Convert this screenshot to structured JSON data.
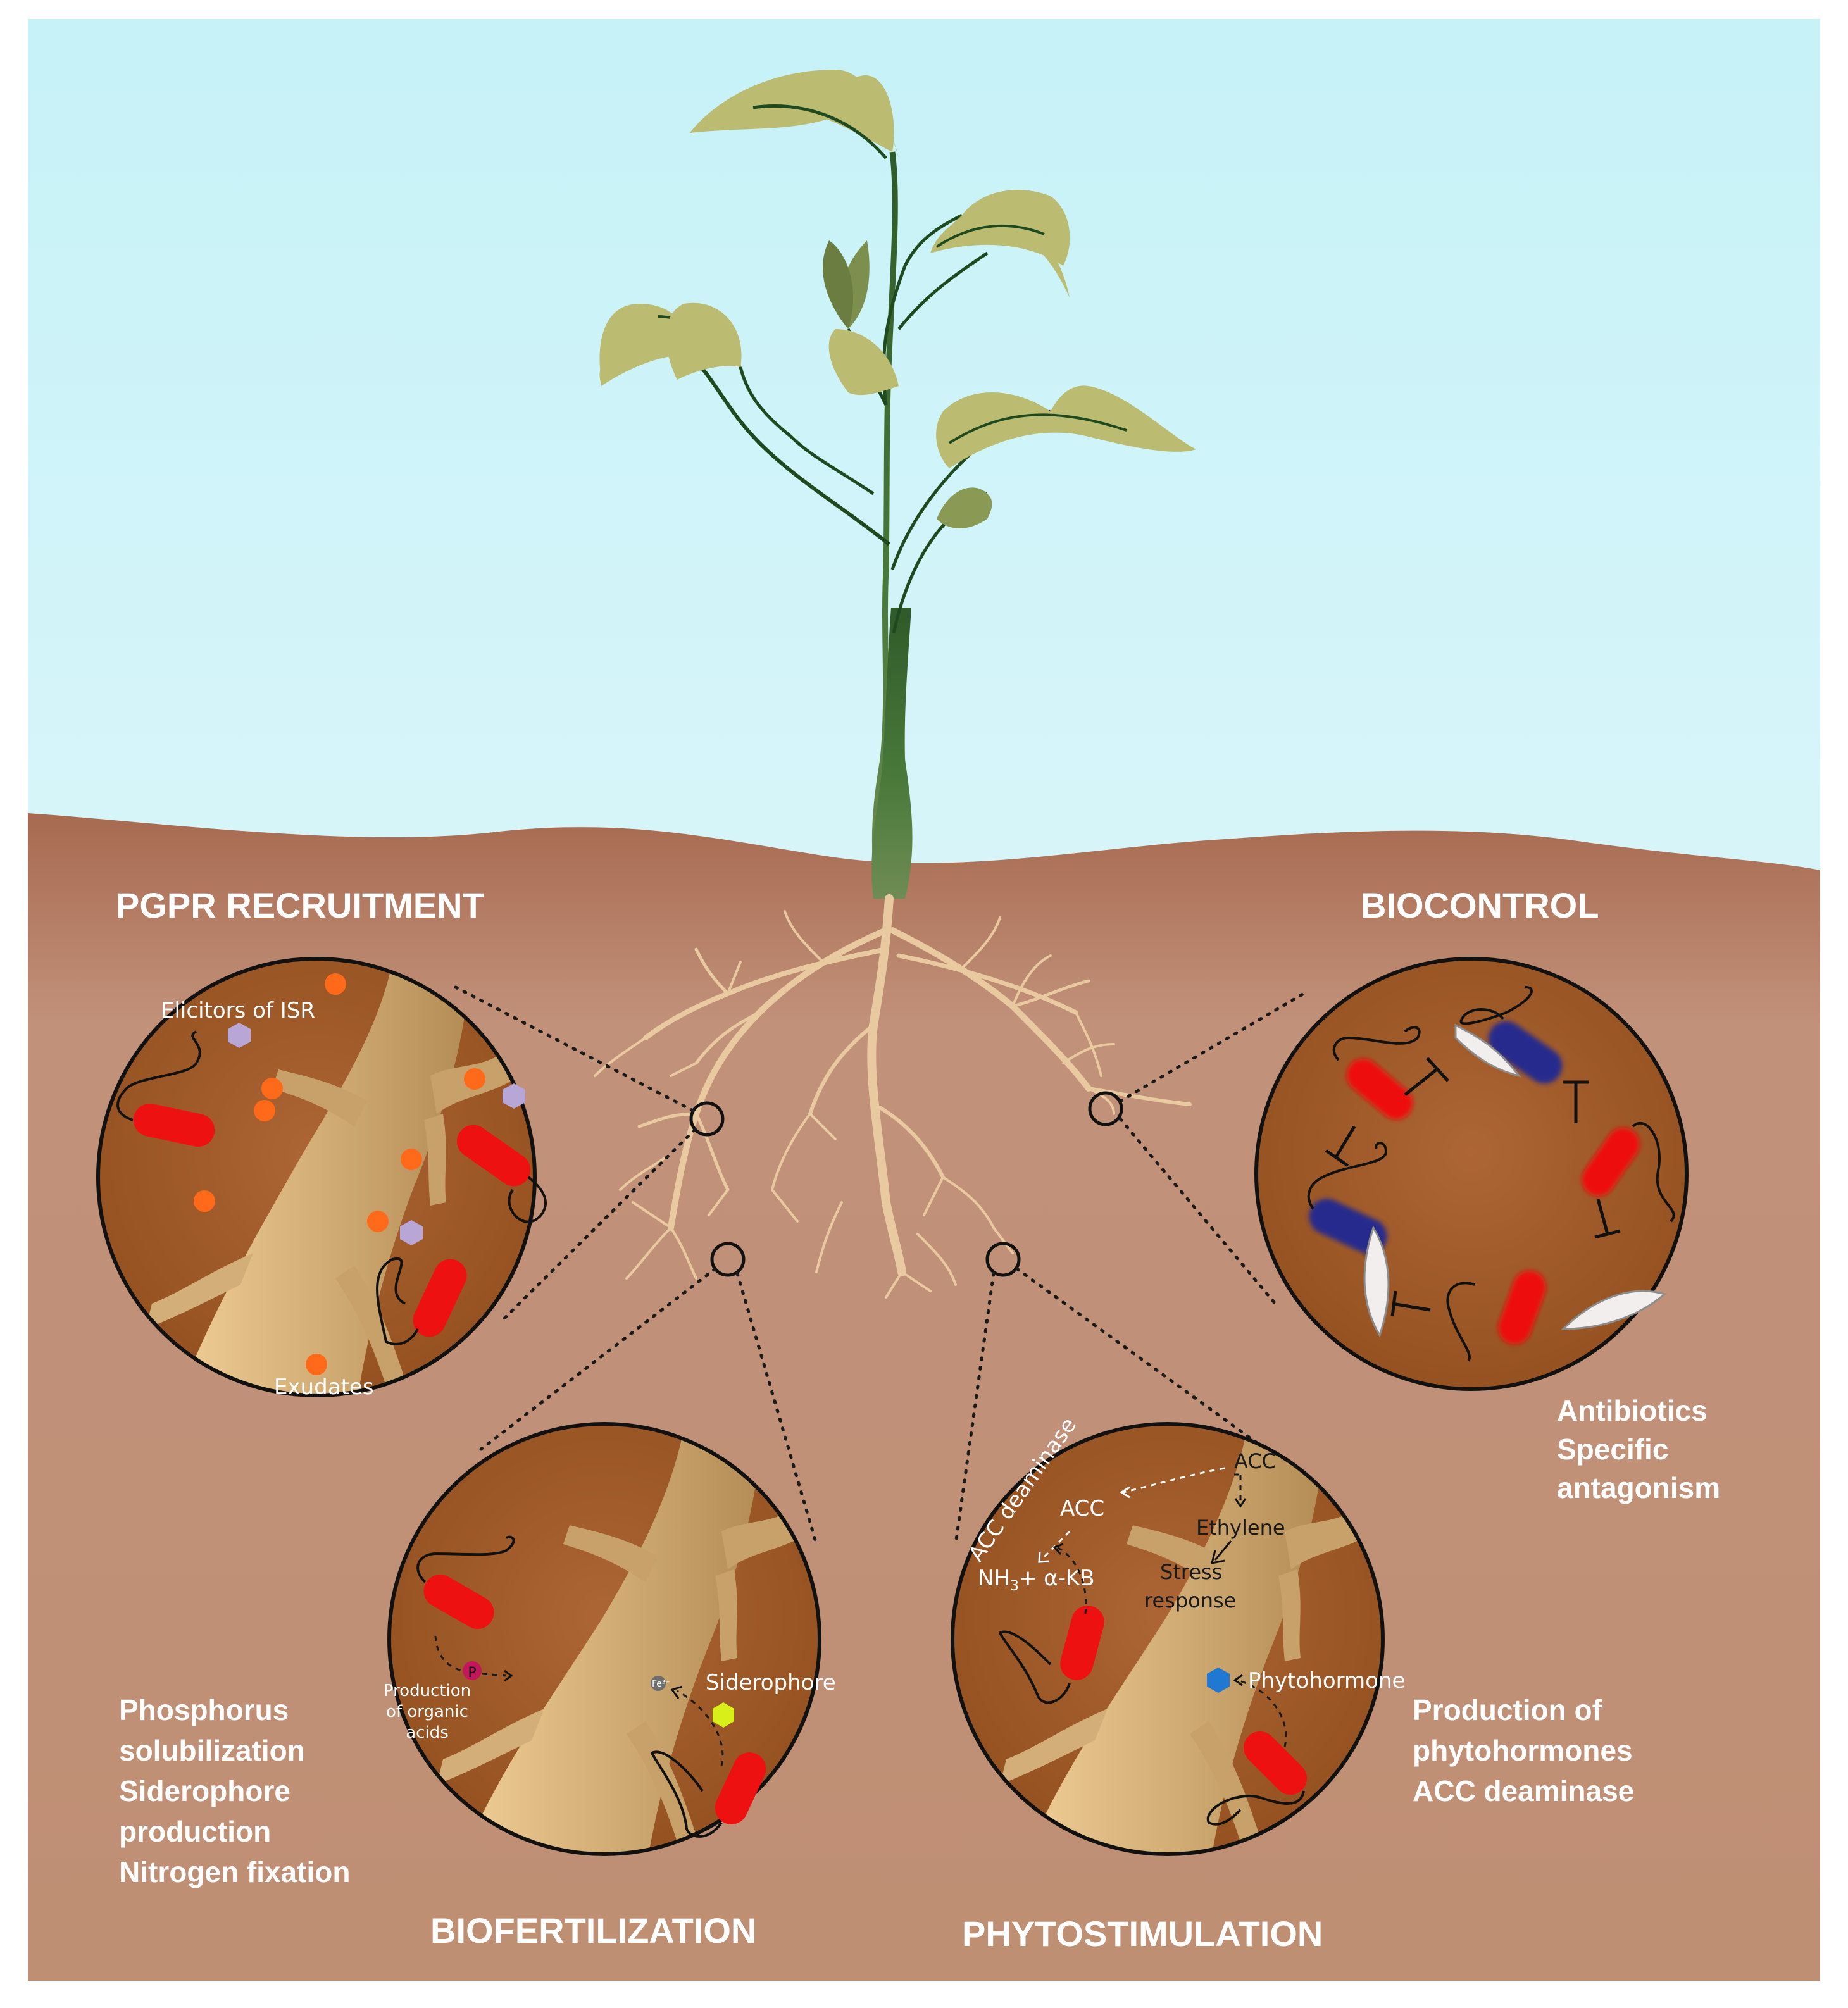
{
  "panels": {
    "recruitment": {
      "title": "PGPR RECRUITMENT",
      "label_isr": "Elicitors of ISR",
      "label_exudates": "Exudates"
    },
    "biocontrol": {
      "title": "BIOCONTROL",
      "notes": [
        "Antibiotics",
        "Specific",
        "antagonism"
      ]
    },
    "biofertilization": {
      "title": "BIOFERTILIZATION",
      "notes": [
        "Phosphorus",
        "solubilization",
        "Siderophore",
        "production",
        "Nitrogen fixation"
      ],
      "label_phosphorus_icon": "P",
      "label_acids_1": "Production",
      "label_acids_2": "of organic",
      "label_acids_3": "acids",
      "label_iron": "Fe³⁺",
      "label_siderophore": "Siderophore"
    },
    "phytostimulation": {
      "title": "PHYTOSTIMULATION",
      "notes": [
        "Production of",
        "phytohormones",
        "ACC deaminase"
      ],
      "label_acc_top": "ACC",
      "label_acc_left": "ACC",
      "label_acc_deaminase": "ACC deaminase",
      "label_ethylene": "Ethylene",
      "label_stress_1": "Stress",
      "label_stress_2": "response",
      "label_nh3": "NH",
      "label_nh3_sub": "3",
      "label_nh3_rest": "+ α-KB",
      "label_phytohormone": "Phytohormone"
    }
  },
  "colors": {
    "sky_top": "#c9f3f8",
    "sky_bottom": "#eaf8fb",
    "soil": "#bf8f74",
    "soil_top": "#a5694f",
    "circle_fill": "#a35a2e",
    "root_tan": "#d7b37e",
    "leaf": "#bcbb72",
    "stem": "#2c5a2a",
    "bacteria_red": "#ee1111",
    "bacteria_blue": "#262a8c",
    "exudate_orange": "#ff6a1a",
    "elicitor_purple": "#b7a6d6",
    "phosphorus_pink": "#c2185b",
    "siderophore_yellow": "#d9ef1a",
    "phytohormone_blue": "#1f78d1"
  }
}
